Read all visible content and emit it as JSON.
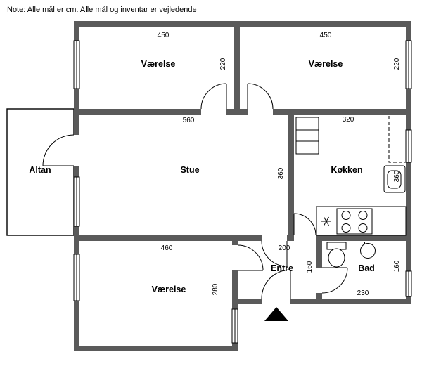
{
  "note": "Note: Alle mål er cm. Alle mål og inventar er vejledende",
  "colors": {
    "wall": "#5a5a5a",
    "line": "#000000"
  },
  "rooms": {
    "bedroom_top_left": {
      "label": "Værelse",
      "width": "450",
      "depth": "220"
    },
    "bedroom_top_right": {
      "label": "Værelse",
      "width": "450",
      "depth": "220"
    },
    "living_room": {
      "label": "Stue",
      "width": "560",
      "depth": "360"
    },
    "kitchen": {
      "label": "Køkken",
      "width": "320",
      "depth": "360"
    },
    "balcony": {
      "label": "Altan"
    },
    "bedroom_bottom": {
      "label": "Værelse",
      "width": "460",
      "depth": "280"
    },
    "hall": {
      "label": "Entre",
      "width": "200",
      "depth": "160"
    },
    "bathroom": {
      "label": "Bad",
      "width": "230",
      "depth": "160"
    }
  }
}
